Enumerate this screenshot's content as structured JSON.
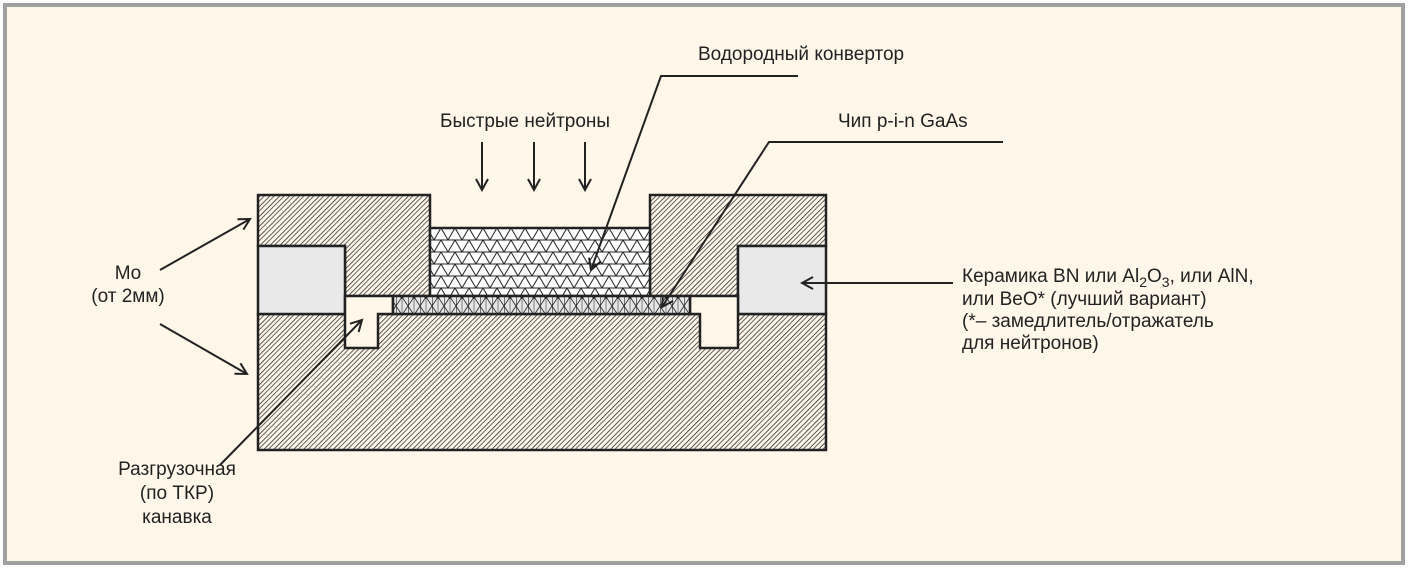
{
  "labels": {
    "converter": "Водородный конвертор",
    "fast_neutrons": "Быстрые нейтроны",
    "chip": "Чип p-i-n GaAs",
    "mo_line1": "Mo",
    "mo_line2": "(от 2мм)",
    "ceramic_line1_a": "Керамика  BN или Al",
    "ceramic_line1_sub2": "2",
    "ceramic_line1_b": "O",
    "ceramic_line1_sub3": "3",
    "ceramic_line1_c": ", или  AlN,",
    "ceramic_line2": "или BeO* (лучший вариант)",
    "ceramic_line3": "(*– замедлитель/отражатель",
    "ceramic_line4": "для нейтронов)",
    "groove_line1": "Разгрузочная",
    "groove_line2": "(по ТКР)",
    "groove_line3": "канавка"
  },
  "colors": {
    "background": "#fff7ea",
    "frame_border": "#a0a0a0",
    "ceramic_fill": "#e9e9ea",
    "line": "#222222"
  }
}
